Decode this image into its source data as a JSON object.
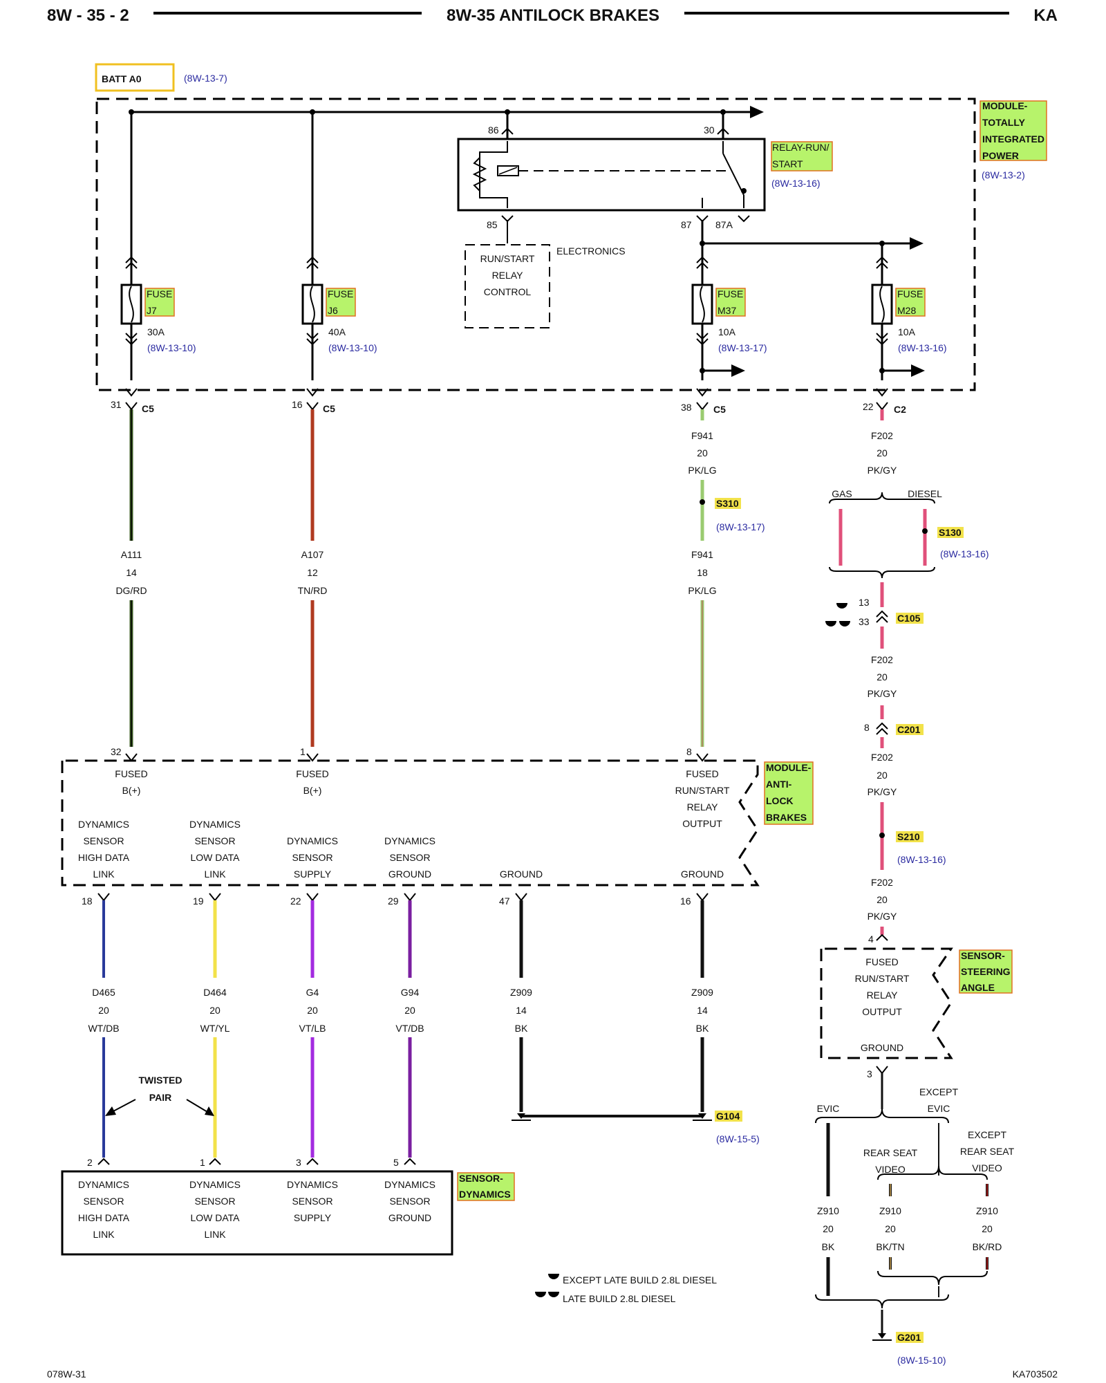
{
  "header": {
    "page_number": "8W - 35 - 2",
    "title": "8W-35 ANTILOCK BRAKES",
    "model": "KA"
  },
  "footer": {
    "left_code": "078W-31",
    "right_code": "KA703502"
  },
  "batt": {
    "label": "BATT A0",
    "ref": "(8W-13-7)"
  },
  "tipm": {
    "line1": "MODULE-",
    "line2": "TOTALLY",
    "line3": "INTEGRATED",
    "line4": "POWER",
    "ref": "(8W-13-2)"
  },
  "relay": {
    "line1": "RELAY-RUN/",
    "line2": "START",
    "ref": "(8W-13-16)",
    "pin86": "86",
    "pin30": "30",
    "pin85": "85",
    "pin87": "87",
    "pin87a": "87A"
  },
  "relay_control": {
    "line1": "RUN/START",
    "line2": "RELAY",
    "line3": "CONTROL",
    "electronics": "ELECTRONICS"
  },
  "fuses": [
    {
      "line1": "FUSE",
      "line2": "J7",
      "rating": "30A",
      "ref": "(8W-13-10)"
    },
    {
      "line1": "FUSE",
      "line2": "J6",
      "rating": "40A",
      "ref": "(8W-13-10)"
    },
    {
      "line1": "FUSE",
      "line2": "M37",
      "rating": "10A",
      "ref": "(8W-13-17)"
    },
    {
      "line1": "FUSE",
      "line2": "M28",
      "rating": "10A",
      "ref": "(8W-13-16)"
    }
  ],
  "connectors_top": [
    {
      "pin": "31",
      "conn": "C5"
    },
    {
      "pin": "16",
      "conn": "C5"
    },
    {
      "pin": "38",
      "conn": "C5"
    },
    {
      "pin": "22",
      "conn": "C2"
    }
  ],
  "wire_f941_upper": {
    "circuit": "F941",
    "gauge": "20",
    "color": "PK/LG"
  },
  "wire_f202_upper": {
    "circuit": "F202",
    "gauge": "20",
    "color": "PK/GY"
  },
  "splice_s310": {
    "label": "S310",
    "ref": "(8W-13-17)"
  },
  "splice_s130": {
    "label": "S130",
    "ref": "(8W-13-16)"
  },
  "gas_label": "GAS",
  "diesel_label": "DIESEL",
  "wire_a111": {
    "circuit": "A111",
    "gauge": "14",
    "color": "DG/RD"
  },
  "wire_a107": {
    "circuit": "A107",
    "gauge": "12",
    "color": "TN/RD"
  },
  "wire_f941_lower": {
    "circuit": "F941",
    "gauge": "18",
    "color": "PK/LG"
  },
  "c105": {
    "label": "C105",
    "pin13": "13",
    "pin33": "33"
  },
  "wire_f202_b": {
    "circuit": "F202",
    "gauge": "20",
    "color": "PK/GY"
  },
  "c201": {
    "label": "C201",
    "pin": "8"
  },
  "wire_f202_c": {
    "circuit": "F202",
    "gauge": "20",
    "color": "PK/GY"
  },
  "splice_s210": {
    "label": "S210",
    "ref": "(8W-13-16)"
  },
  "wire_f202_d": {
    "circuit": "F202",
    "gauge": "20",
    "color": "PK/GY"
  },
  "abs_module": {
    "line1": "MODULE-",
    "line2": "ANTI-",
    "line3": "LOCK",
    "line4": "BRAKES",
    "pin32": "32",
    "pin1": "1",
    "pin8": "8",
    "fused1_a": "FUSED",
    "fused1_b": "B(+)",
    "fused2_a": "FUSED",
    "fused2_b": "B(+)",
    "out_a": "FUSED",
    "out_b": "RUN/START",
    "out_c": "RELAY",
    "out_d": "OUTPUT",
    "hi_a": "DYNAMICS",
    "hi_b": "SENSOR",
    "hi_c": "HIGH DATA",
    "hi_d": "LINK",
    "lo_a": "DYNAMICS",
    "lo_b": "SENSOR",
    "lo_c": "LOW DATA",
    "lo_d": "LINK",
    "sup_a": "DYNAMICS",
    "sup_b": "SENSOR",
    "sup_c": "SUPPLY",
    "gnd_a": "DYNAMICS",
    "gnd_b": "SENSOR",
    "gnd_c": "GROUND",
    "ground1": "GROUND",
    "ground2": "GROUND",
    "pin18": "18",
    "pin19": "19",
    "pin22": "22",
    "pin29": "29",
    "pin47": "47",
    "pin16": "16"
  },
  "lower_wires": [
    {
      "circuit": "D465",
      "gauge": "20",
      "color": "WT/DB"
    },
    {
      "circuit": "D464",
      "gauge": "20",
      "color": "WT/YL"
    },
    {
      "circuit": "G4",
      "gauge": "20",
      "color": "VT/LB"
    },
    {
      "circuit": "G94",
      "gauge": "20",
      "color": "VT/DB"
    },
    {
      "circuit": "Z909",
      "gauge": "14",
      "color": "BK"
    },
    {
      "circuit": "Z909",
      "gauge": "14",
      "color": "BK"
    }
  ],
  "twisted_pair": {
    "line1": "TWISTED",
    "line2": "PAIR"
  },
  "g104": {
    "label": "G104",
    "ref": "(8W-15-5)"
  },
  "dyn_sensor": {
    "line1": "SENSOR-",
    "line2": "DYNAMICS",
    "pin2": "2",
    "pin1": "1",
    "pin3": "3",
    "pin5": "5",
    "hi_a": "DYNAMICS",
    "hi_b": "SENSOR",
    "hi_c": "HIGH DATA",
    "hi_d": "LINK",
    "lo_a": "DYNAMICS",
    "lo_b": "SENSOR",
    "lo_c": "LOW DATA",
    "lo_d": "LINK",
    "sup_a": "DYNAMICS",
    "sup_b": "SENSOR",
    "sup_c": "SUPPLY",
    "gnd_a": "DYNAMICS",
    "gnd_b": "SENSOR",
    "gnd_c": "GROUND"
  },
  "steering": {
    "line1": "SENSOR-",
    "line2": "STEERING",
    "line3": "ANGLE",
    "pin4": "4",
    "pin3": "3",
    "in_a": "FUSED",
    "in_b": "RUN/START",
    "in_c": "RELAY",
    "in_d": "OUTPUT",
    "ground": "GROUND"
  },
  "evic": {
    "evic": "EVIC",
    "except_a": "EXCEPT",
    "except_b": "EVIC"
  },
  "rsv": {
    "rsv_a": "REAR SEAT",
    "rsv_b": "VIDEO",
    "ex_a": "EXCEPT",
    "ex_b": "REAR SEAT",
    "ex_c": "VIDEO"
  },
  "z910_wires": [
    {
      "circuit": "Z910",
      "gauge": "20",
      "color": "BK"
    },
    {
      "circuit": "Z910",
      "gauge": "20",
      "color": "BK/TN"
    },
    {
      "circuit": "Z910",
      "gauge": "20",
      "color": "BK/RD"
    }
  ],
  "g201": {
    "label": "G201",
    "ref": "(8W-15-10)"
  },
  "legend": {
    "item1": "EXCEPT LATE BUILD 2.8L DIESEL",
    "item2": "LATE BUILD 2.8L DIESEL"
  },
  "wire_colors": {
    "dg_rd": "#3a5a20",
    "tn_rd": "#b03a20",
    "pk_lg": "#9acb70",
    "pk_gy": "#e0507a",
    "wt_db": "#2a3a9a",
    "wt_yl": "#f2e24a",
    "vt_lb": "#a32be0",
    "vt_db": "#7a1fa0",
    "bk": "#111111",
    "bk_tn": "#c8a050",
    "bk_rd": "#cc2020",
    "highlight": "#b7f36b"
  }
}
